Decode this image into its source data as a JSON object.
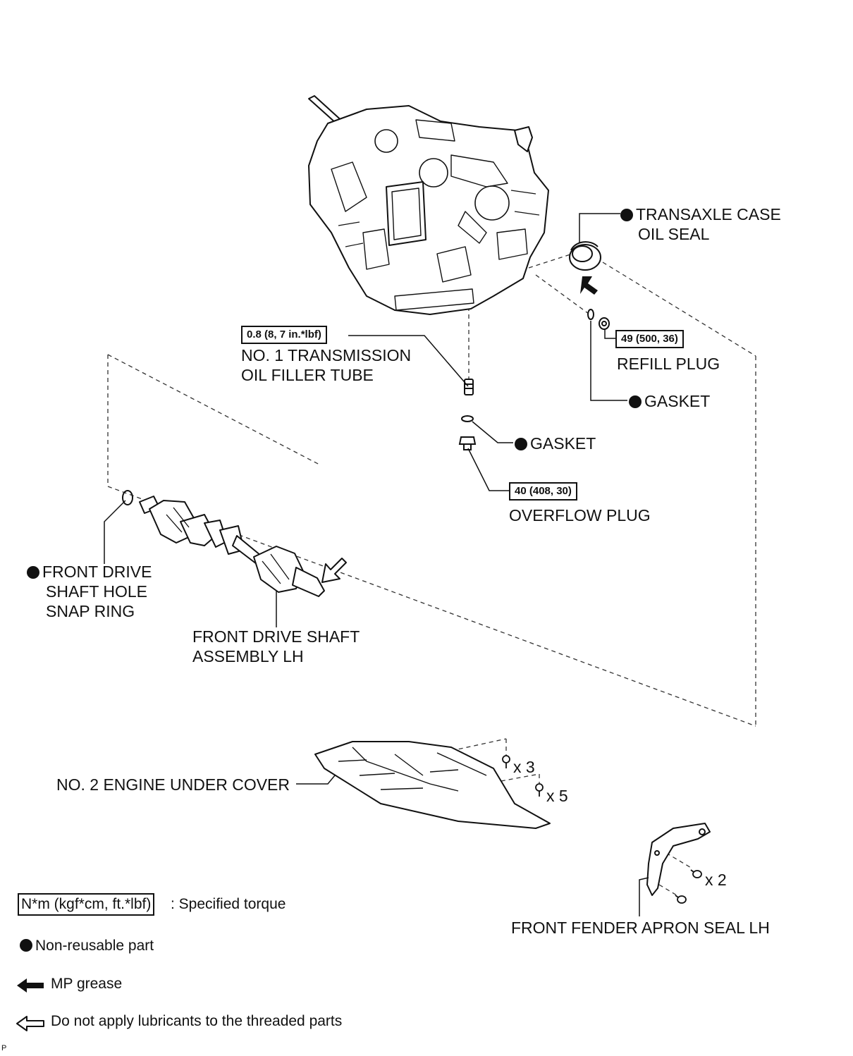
{
  "parts": {
    "transaxle_oil_seal": [
      "TRANSAXLE CASE",
      "OIL SEAL"
    ],
    "refill_plug": "REFILL PLUG",
    "gasket_refill": "GASKET",
    "oil_filler_tube": [
      "NO. 1 TRANSMISSION",
      "OIL FILLER TUBE"
    ],
    "gasket_overflow": "GASKET",
    "overflow_plug": "OVERFLOW PLUG",
    "snap_ring": [
      "FRONT DRIVE",
      "SHAFT HOLE",
      "SNAP RING"
    ],
    "drive_shaft": [
      "FRONT DRIVE SHAFT",
      "ASSEMBLY LH"
    ],
    "engine_under_cover": "NO. 2 ENGINE UNDER COVER",
    "fender_apron_seal": "FRONT FENDER APRON SEAL LH"
  },
  "torques": {
    "oil_filler_tube": "0.8 (8, 7 in.*lbf)",
    "refill_plug": "49 (500, 36)",
    "overflow_plug": "40 (408, 30)"
  },
  "quantities": {
    "under_cover_clip_a": "x 3",
    "under_cover_clip_b": "x 5",
    "apron_screw": "x 2"
  },
  "legend": {
    "torque_box": "N*m (kgf*cm, ft.*lbf)",
    "torque_text": ": Specified torque",
    "non_reusable": "Non-reusable part",
    "mp_grease": "MP grease",
    "no_lubricant": "Do not apply lubricants to the threaded parts"
  },
  "corner_mark": "P"
}
